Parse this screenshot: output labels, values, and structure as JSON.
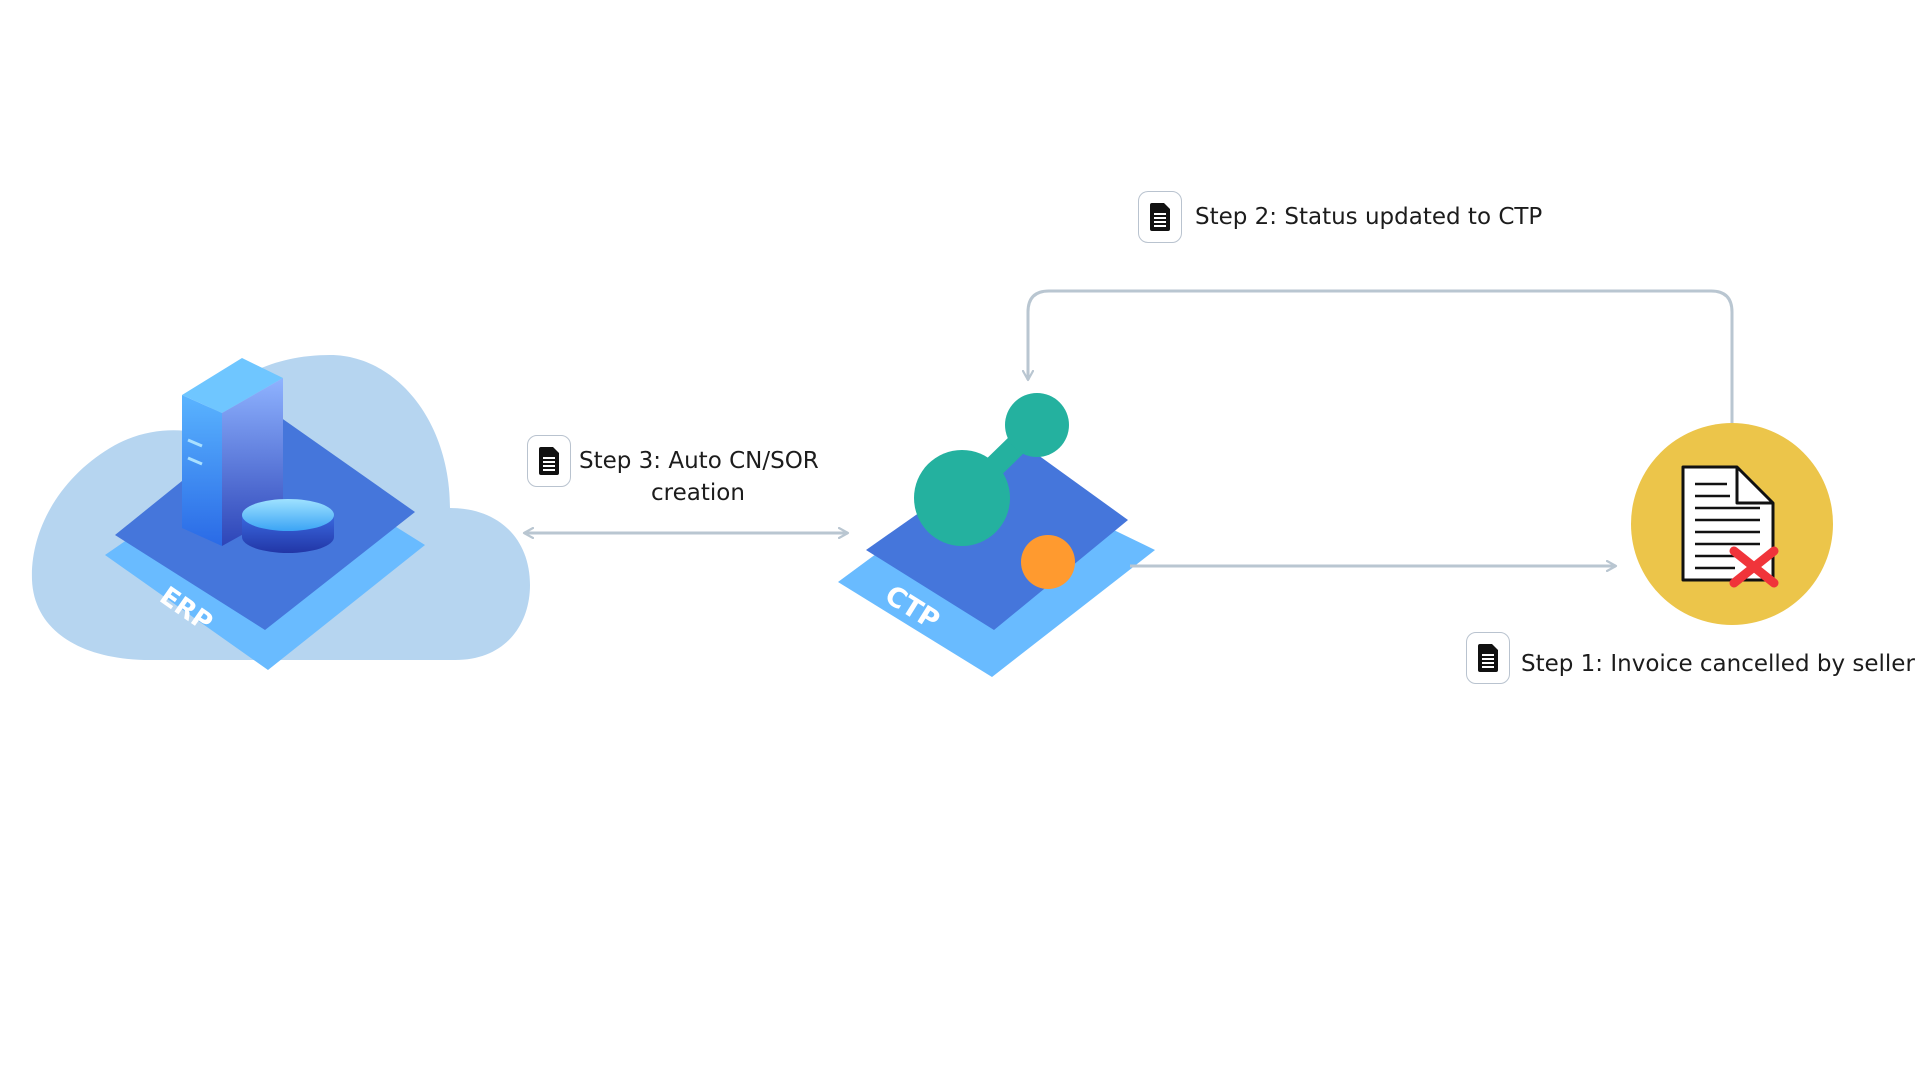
{
  "nodes": {
    "erp": {
      "label": "ERP"
    },
    "ctp": {
      "label": "CTP"
    }
  },
  "steps": {
    "step1": {
      "label": "Step 1: Invoice cancelled by seller"
    },
    "step2": {
      "label": "Step 2: Status updated to CTP"
    },
    "step3": {
      "line1": "Step 3: Auto CN/SOR",
      "line2": "creation"
    }
  },
  "icons": {
    "step_doc": "spreadsheet-document-icon",
    "invoice": "cancelled-invoice-icon",
    "erp_server": "server-tower-icon",
    "erp_db": "database-icon",
    "ctp_node": "connected-nodes-icon"
  },
  "colors": {
    "cloud": "#b6d5f0",
    "platform_top": "#4576db",
    "platform_base": "#69bbff",
    "teal": "#24b19f",
    "orange": "#ff9a2f",
    "invoice_circle": "#ecc54a",
    "arrow": "#b9c6d1",
    "cancel_x": "#f0343a"
  }
}
